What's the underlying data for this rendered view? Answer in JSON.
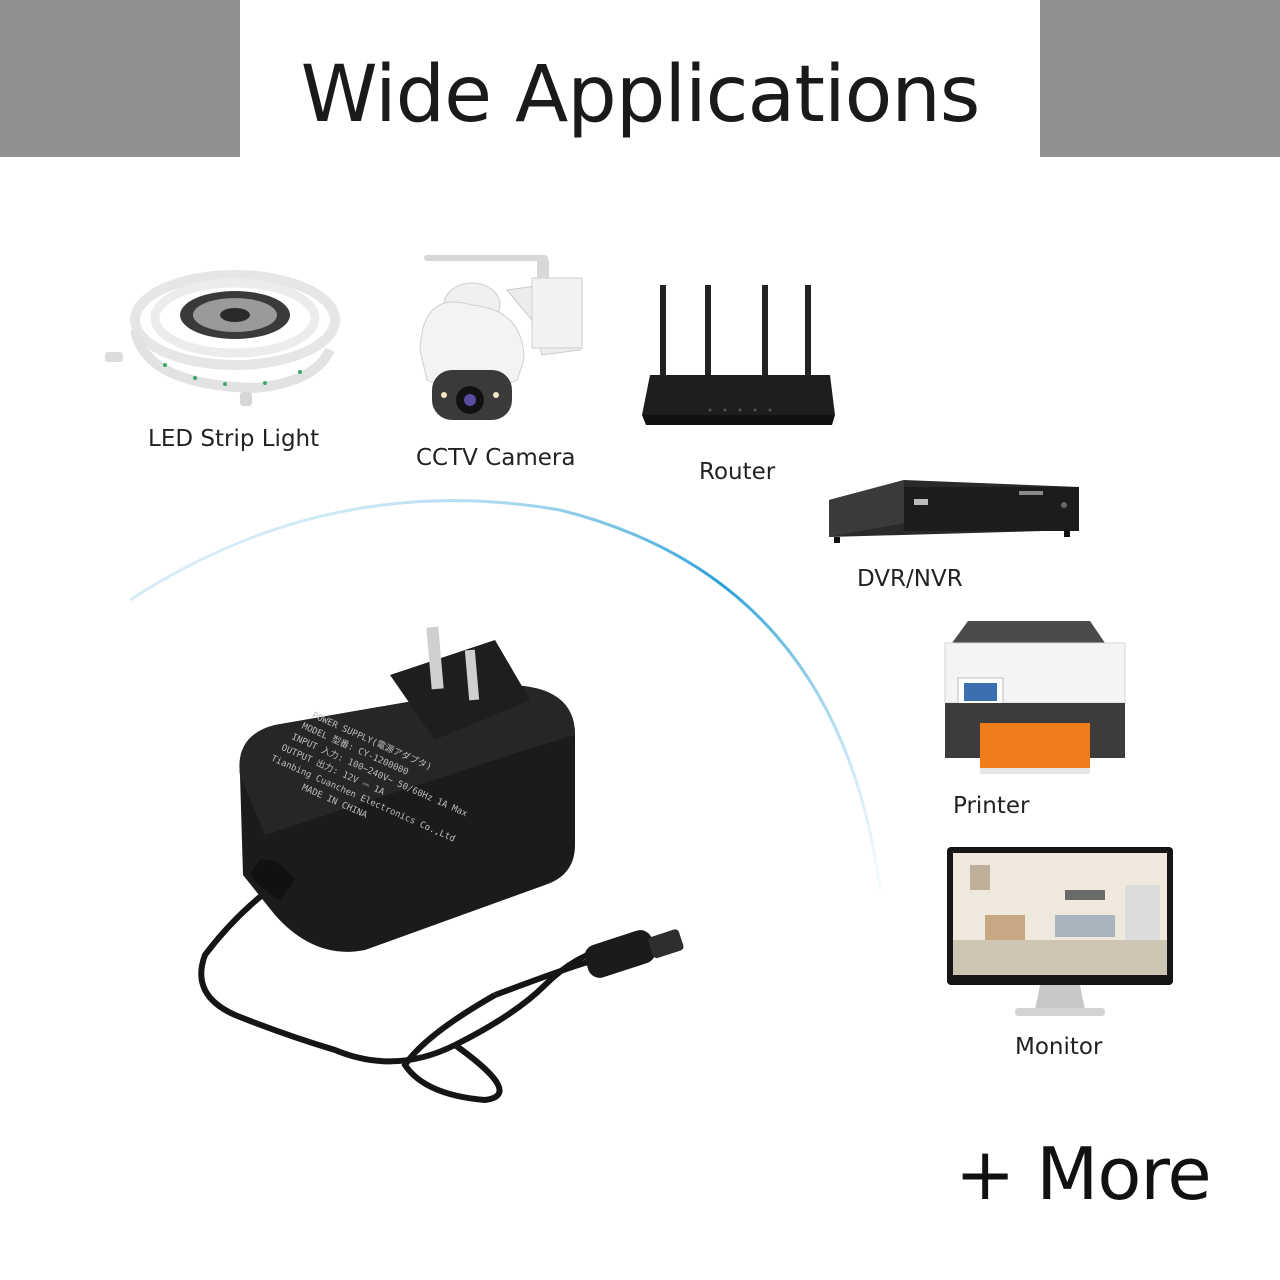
{
  "header": {
    "title": "Wide Applications"
  },
  "applications": [
    {
      "label": "LED Strip Light",
      "icon": "led-strip-icon"
    },
    {
      "label": "CCTV Camera",
      "icon": "cctv-camera-icon"
    },
    {
      "label": "Router",
      "icon": "router-icon"
    },
    {
      "label": "DVR/NVR",
      "icon": "dvr-nvr-icon"
    },
    {
      "label": "Printer",
      "icon": "printer-icon"
    },
    {
      "label": "Monitor",
      "icon": "monitor-icon"
    }
  ],
  "footer": {
    "more_label": "+ More"
  },
  "adapter_label": {
    "line1": "POWER SUPPLY(電源アダプタ)",
    "line2": "MODEL 型番: CY-1200000",
    "line3": "INPUT 入力: 100~240V~ 50/60Hz 1A Max",
    "line4": "OUTPUT 出力: 12V ⎓ 1A",
    "line5": "Tianbing Cuanchen Electronics Co.,Ltd",
    "line6": "MADE IN CHINA"
  },
  "colors": {
    "header_gray": "#8f8f8f",
    "arc_blue": "#2a9fd6",
    "adapter_black": "#1b1b1b",
    "printer_paper": "#f07d1a"
  }
}
